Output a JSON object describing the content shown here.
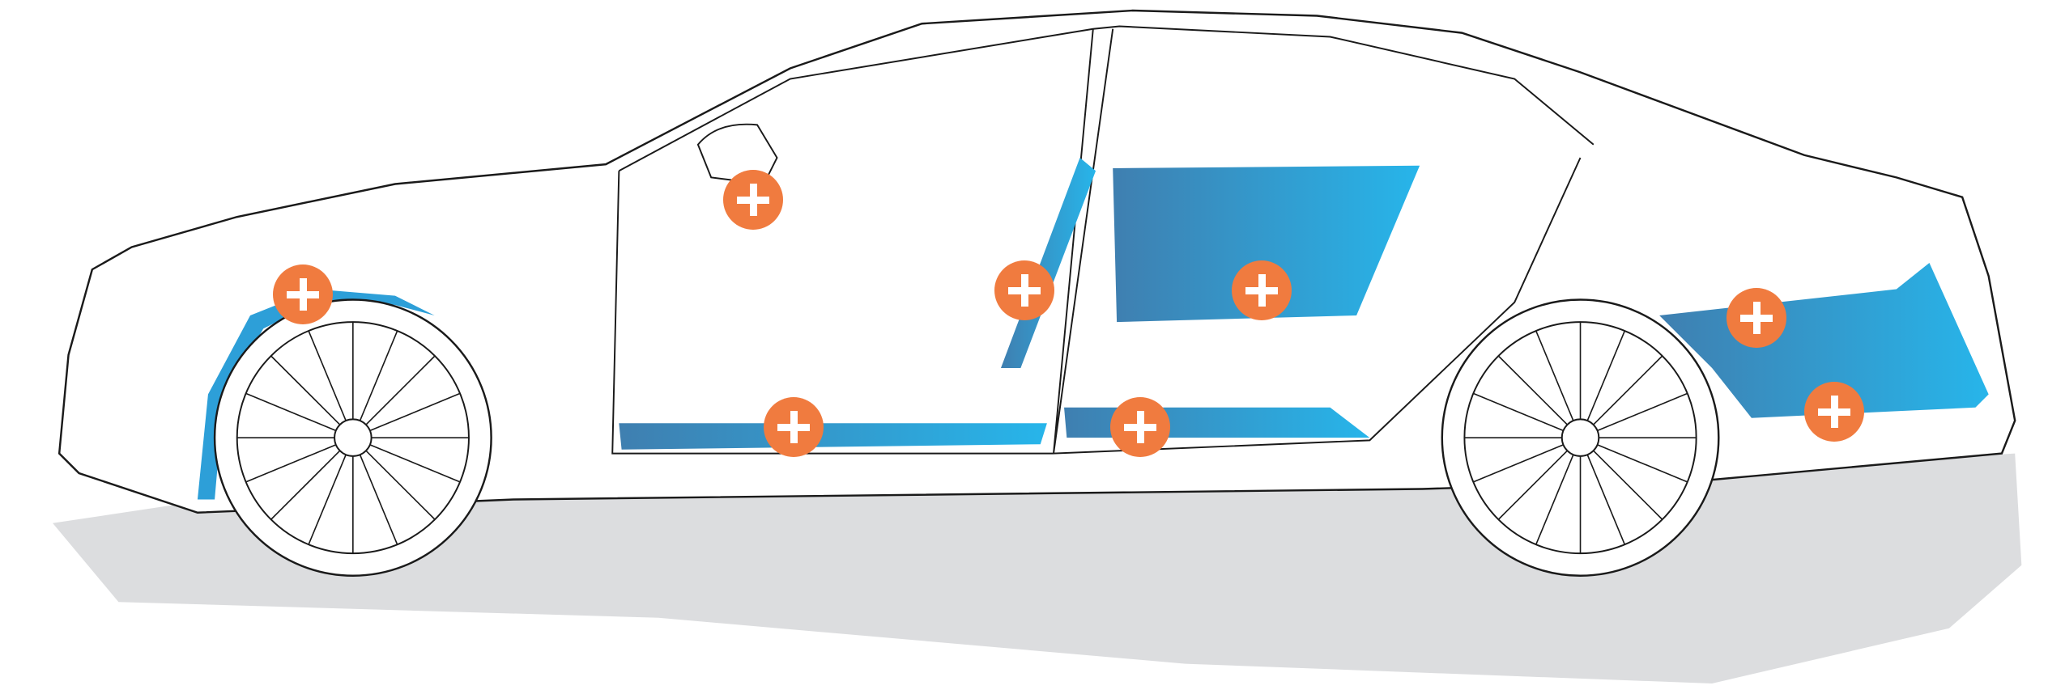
{
  "diagram": {
    "subject": "car-side-view-cutaway",
    "colors": {
      "panel_dark": "#3f7fb0",
      "panel_light": "#27b5ea",
      "hotspot": "#f07b3f",
      "shadow": "#dcdddf",
      "outline": "#1a1a1a"
    },
    "hotspots": [
      {
        "id": "mirror"
      },
      {
        "id": "front-wheel-arch"
      },
      {
        "id": "b-pillar"
      },
      {
        "id": "rear-door-panel"
      },
      {
        "id": "rear-quarter-panel"
      },
      {
        "id": "front-sill"
      },
      {
        "id": "rear-sill"
      },
      {
        "id": "rear-bumper-side"
      }
    ]
  }
}
